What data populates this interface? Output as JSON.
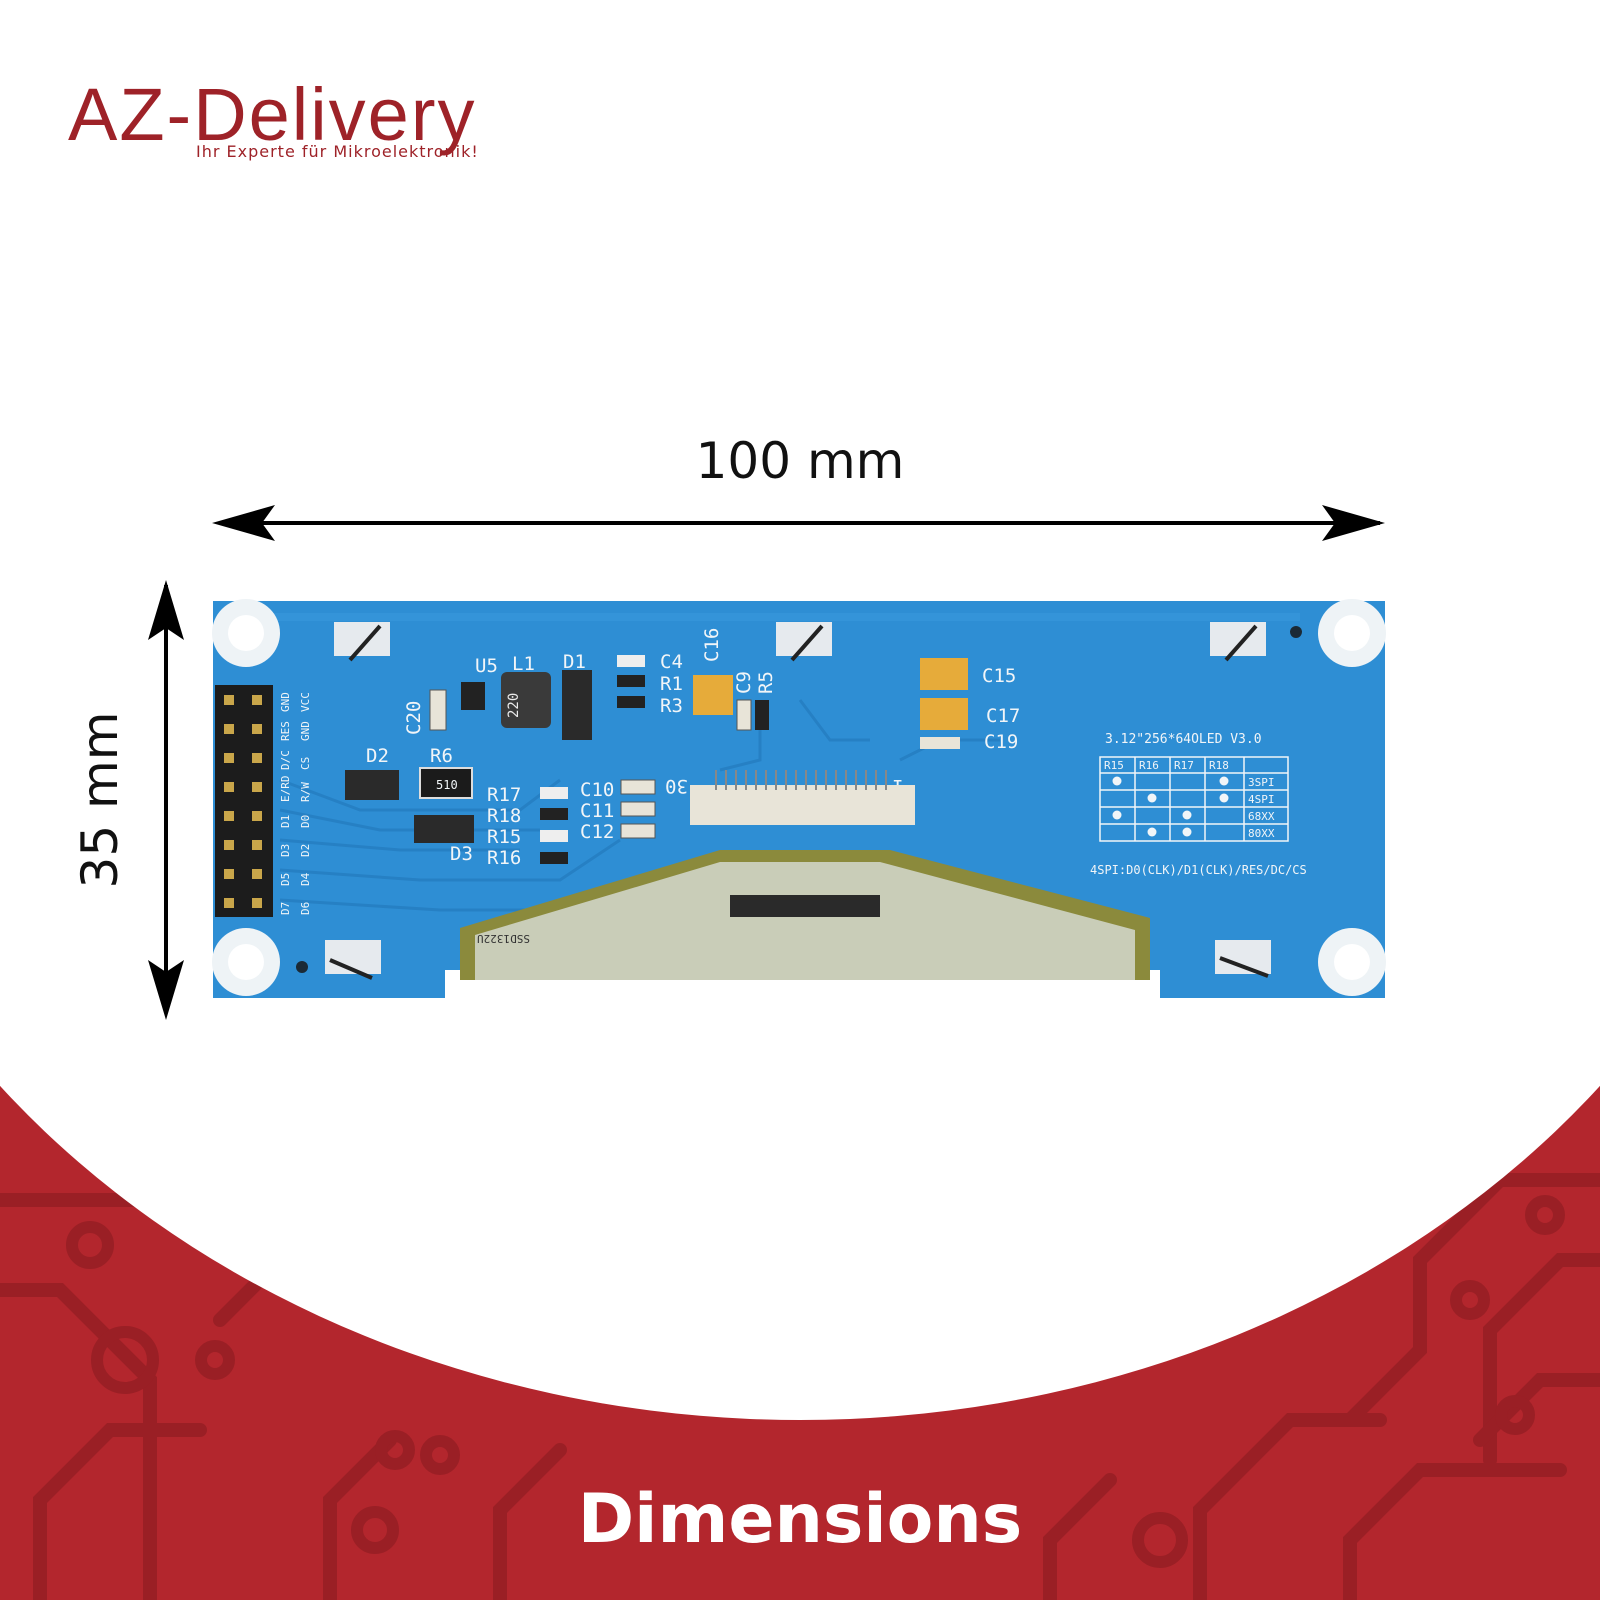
{
  "brand": {
    "name": "AZ-Delivery",
    "tagline": "Ihr Experte für Mikroelektronik!",
    "color": "#9e2228"
  },
  "dimensions": {
    "width_label": "100 mm",
    "height_label": "35 mm"
  },
  "footer": {
    "title": "Dimensions",
    "background_color": "#b3262d"
  },
  "pcb": {
    "board_color": "#2e8ed4",
    "pin_labels_row1": [
      "GND",
      "RES",
      "D/C",
      "E/RD",
      "D1",
      "D3",
      "D5",
      "D7"
    ],
    "pin_labels_row2": [
      "VCC",
      "GND",
      "CS",
      "R/W",
      "D0",
      "D2",
      "D4",
      "D6"
    ],
    "components": {
      "u5": "U5",
      "l1": "L1",
      "d1": "D1",
      "c4": "C4",
      "r1": "R1",
      "r3": "R3",
      "c16": "C16",
      "c9": "C9",
      "r5": "R5",
      "c15": "C15",
      "c17": "C17",
      "c19": "C19",
      "c20": "C20",
      "d2": "D2",
      "r6": "R6",
      "r6_value": "510",
      "d3": "D3",
      "r17": "R17",
      "r18": "R18",
      "r15": "R15",
      "r16": "R16",
      "c10": "C10",
      "c11": "C11",
      "c12": "C12",
      "l1_value": "220",
      "conn_30": "30",
      "conn_1": "1"
    },
    "model_text": "3.12\"256*64OLED V3.0",
    "config_table": {
      "headers": [
        "R15",
        "R16",
        "R17",
        "R18"
      ],
      "modes": [
        "3SPI",
        "4SPI",
        "68XX",
        "80XX"
      ],
      "dots": [
        [
          true,
          false,
          false,
          true
        ],
        [
          false,
          true,
          false,
          true
        ],
        [
          true,
          false,
          true,
          false
        ],
        [
          false,
          true,
          true,
          false
        ]
      ]
    },
    "interface_text": "4SPI:D0(CLK)/D1(CLK)/RES/DC/CS",
    "ic_text": "SSD1322U"
  }
}
